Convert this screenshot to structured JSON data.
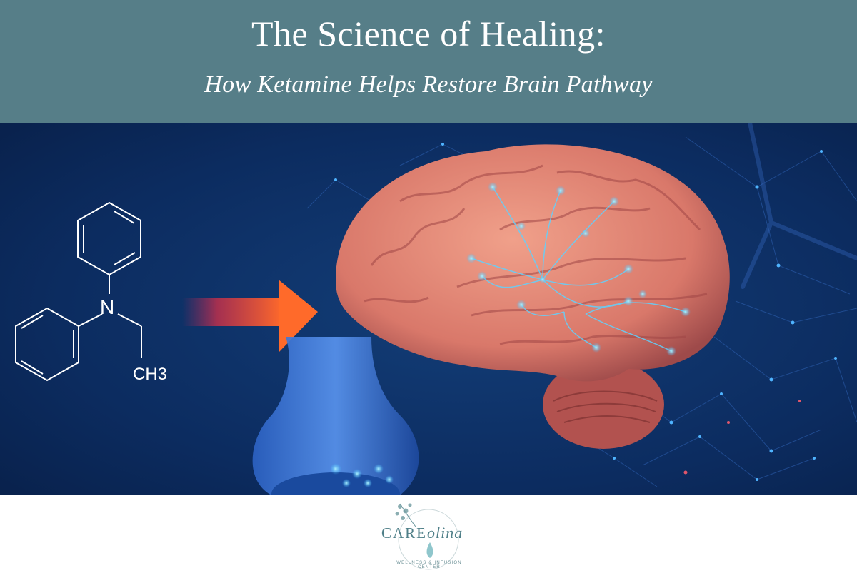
{
  "header": {
    "title": "The Science of Healing:",
    "subtitle": "How Ketamine Helps Restore Brain Pathway"
  },
  "molecule": {
    "nitrogen_label": "N",
    "methyl_label": "CH3"
  },
  "logo": {
    "word_main": "CARE",
    "word_script": "olina",
    "tagline": "WELLNESS & INFUSION CENTER"
  },
  "colors": {
    "header_bg": "#567e88",
    "scene_bg": "#0b2a5c",
    "brain": "#d9786a",
    "arrow_end": "#ff6a2a",
    "logo_teal": "#4f7f88"
  }
}
